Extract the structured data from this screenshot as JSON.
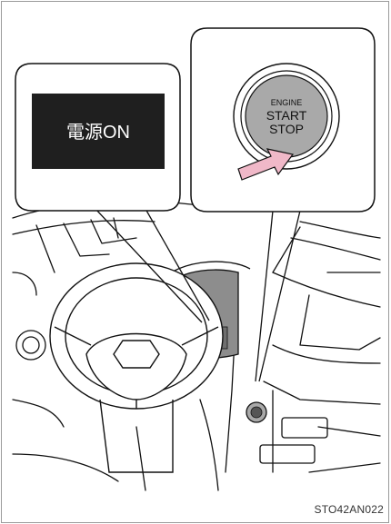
{
  "callout_display": {
    "text": "電源ON",
    "screen_color": "#1f1f1f",
    "text_color": "#ffffff"
  },
  "callout_button": {
    "line1": "ENGINE",
    "line2": "START",
    "line3": "STOP",
    "arrow_color": "#f0b8c8",
    "button_fill": "#a9a9a9"
  },
  "figure_code": "STO42AN022",
  "colors": {
    "panel_gray": "#a6a6a6",
    "line": "#111111",
    "meter_fill": "#8d8d8d"
  }
}
